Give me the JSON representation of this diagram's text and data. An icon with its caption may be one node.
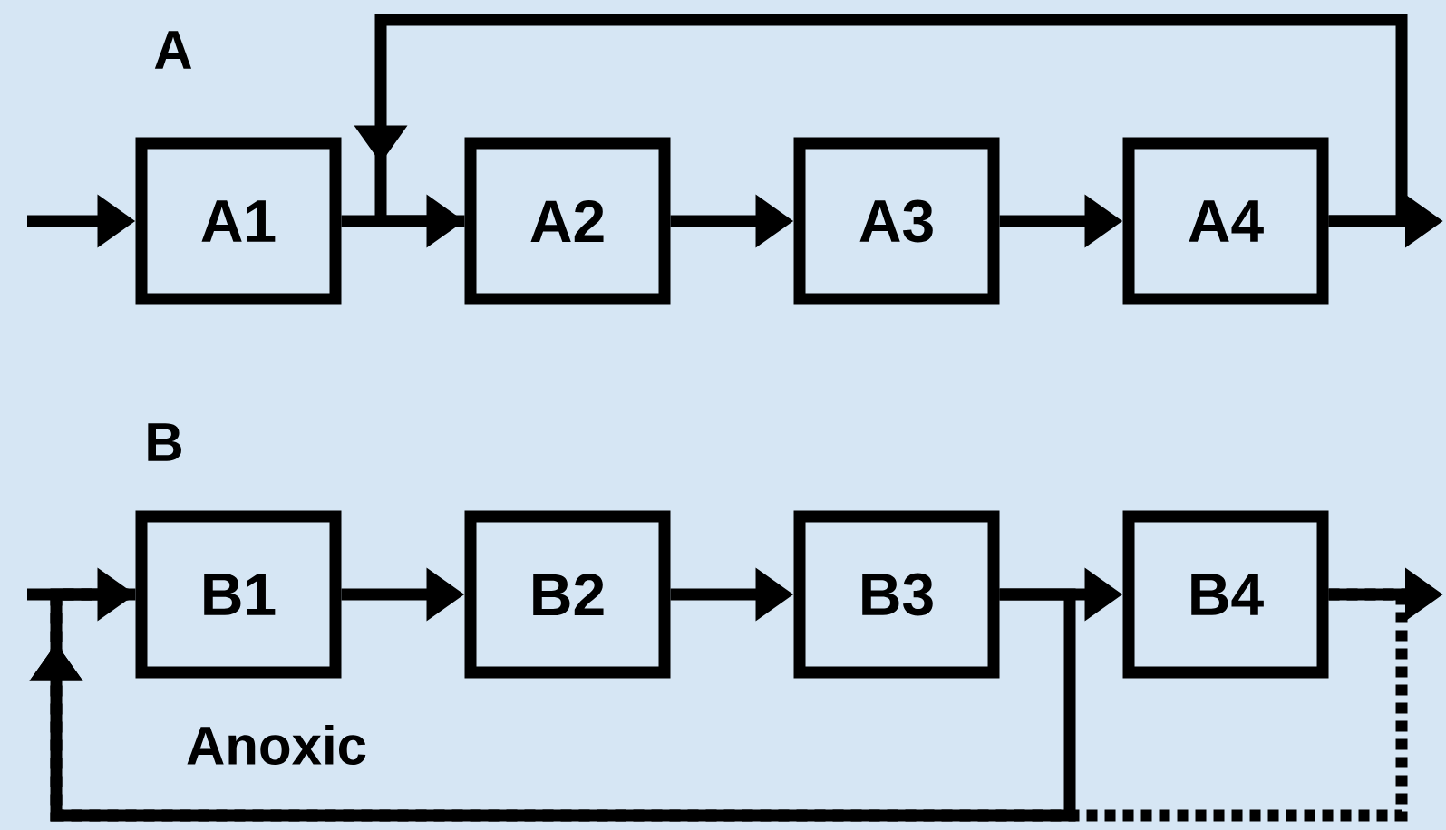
{
  "diagram": {
    "nodes": [
      {
        "text": [
          "A1"
        ]
      },
      {
        "text": [
          "A2"
        ]
      },
      {
        "text": [
          "A3"
        ]
      },
      {
        "text": [
          "A4"
        ]
      },
      {
        "text": [
          "B1"
        ]
      },
      {
        "text": [
          "B2"
        ]
      },
      {
        "text": [
          "B3"
        ]
      },
      {
        "text": [
          "B4"
        ]
      }
    ],
    "edges": [
      {
        "from": null,
        "to": 0,
        "arrow": "to"
      },
      {
        "from": 0,
        "to": 1,
        "arrow": "to"
      },
      {
        "from": 1,
        "to": 2,
        "arrow": "to"
      },
      {
        "from": 2,
        "to": 3,
        "arrow": "to"
      },
      {
        "from": 3,
        "to": null,
        "arrow": "to"
      },
      {
        "from": 3,
        "to": 1,
        "arrow": "to"
      },
      {
        "from": null,
        "to": 4,
        "arrow": "to"
      },
      {
        "from": 4,
        "to": 5,
        "arrow": "to"
      },
      {
        "from": 5,
        "to": 6,
        "arrow": "to"
      },
      {
        "from": 6,
        "to": 7,
        "arrow": "to"
      },
      {
        "from": 7,
        "to": null,
        "arrow": "to"
      },
      {
        "from": 7,
        "to": 4,
        "arrow": "to",
        "style": "dashed"
      },
      {
        "from": 6,
        "to": 4,
        "arrow": "to"
      }
    ],
    "labels": [
      "A",
      "B",
      "Anoxic"
    ]
  }
}
